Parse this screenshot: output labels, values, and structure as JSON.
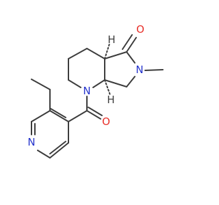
{
  "molecule": {
    "atoms": {
      "o_keto": {
        "label": "O",
        "color": "#e8302a"
      },
      "n_lactam": {
        "label": "N",
        "color": "#2433cc"
      },
      "n_piperidine": {
        "label": "N",
        "color": "#2433cc"
      },
      "o_amide": {
        "label": "O",
        "color": "#e8302a"
      },
      "n_pyridine": {
        "label": "N",
        "color": "#2433cc"
      },
      "h_top": {
        "label": "H",
        "color": "#3c3c3c"
      },
      "h_bottom": {
        "label": "H",
        "color": "#3c3c3c"
      }
    },
    "bond_color": "#3c3c3c"
  }
}
